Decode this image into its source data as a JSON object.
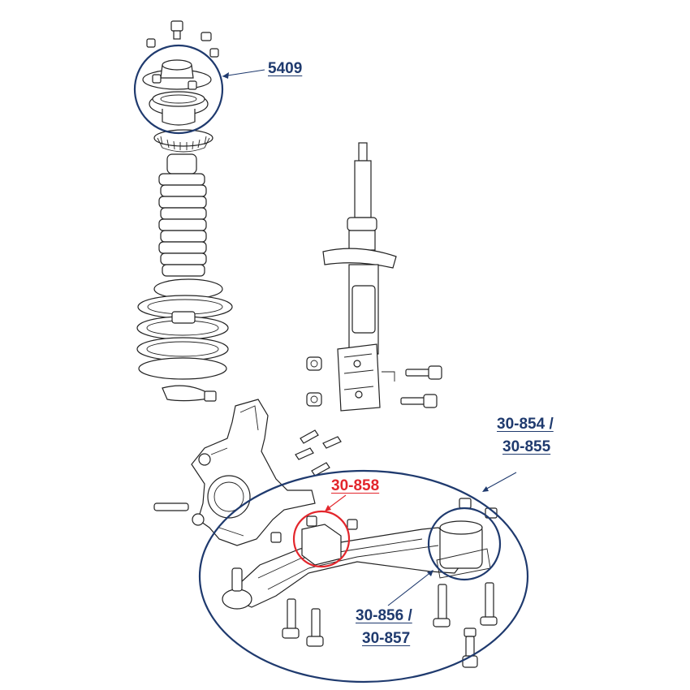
{
  "labels": {
    "strut_mount": "5409",
    "rear_bushing_line1": "30-854 /",
    "rear_bushing_line2": "30-855",
    "front_bushing": "30-858",
    "bushing_line1": "30-856 /",
    "bushing_line2": "30-857"
  },
  "colors": {
    "callout_blue": "#1f3a6e",
    "callout_red": "#e3262c",
    "line_art": "#222222",
    "background": "#ffffff"
  }
}
